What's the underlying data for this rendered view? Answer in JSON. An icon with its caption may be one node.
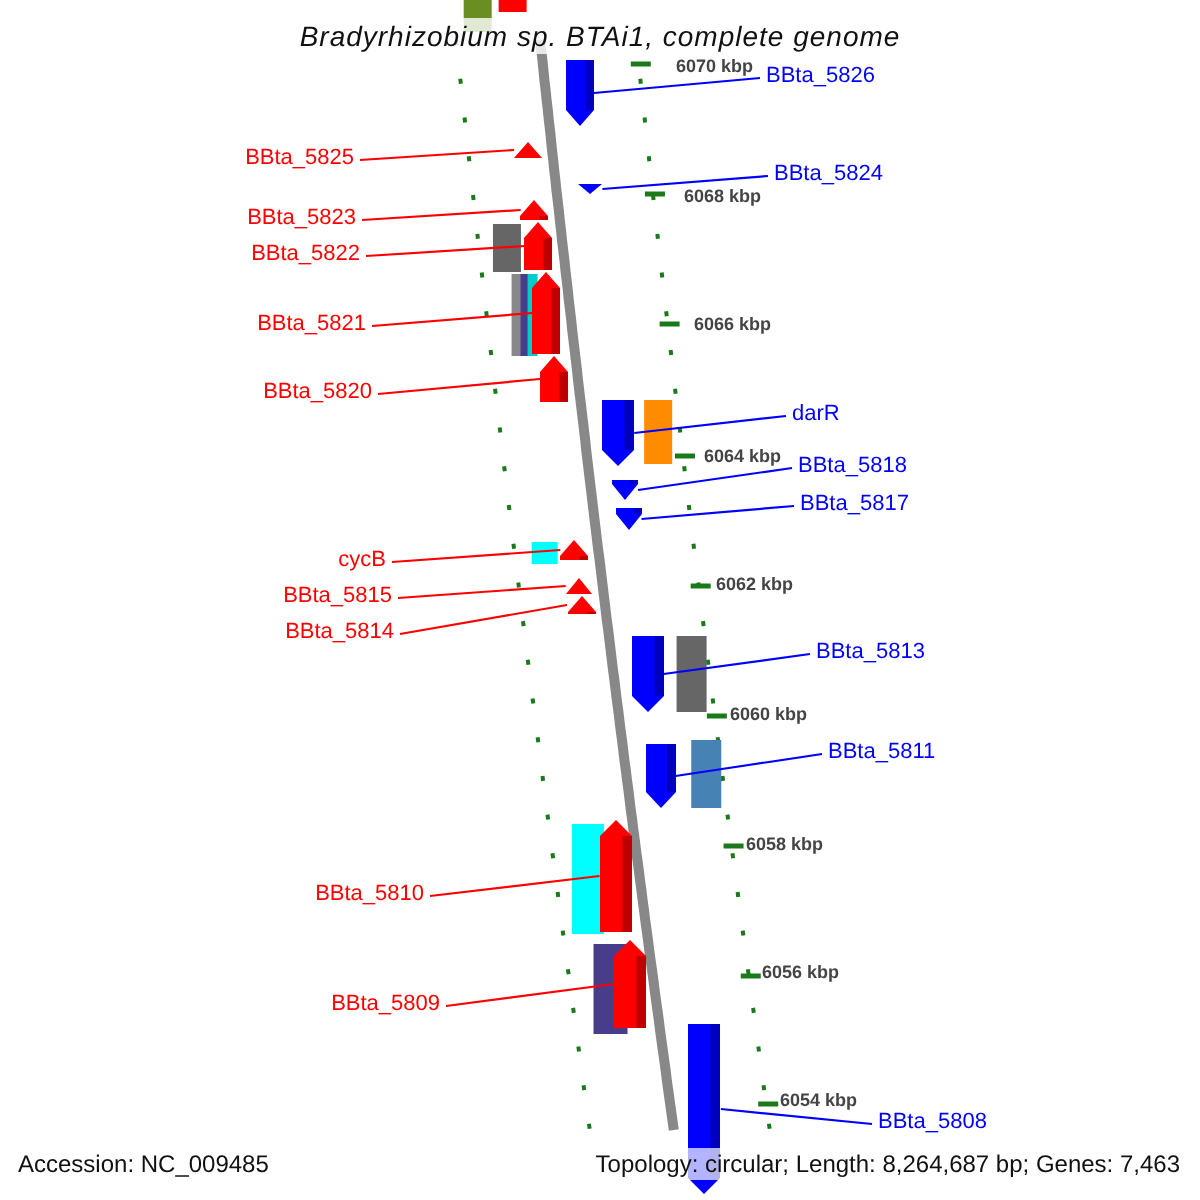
{
  "diagram": {
    "title": "Bradyrhizobium sp. BTAi1, complete genome",
    "nodes": [
      {
        "text": [
          "BBta_5826"
        ]
      },
      {
        "text": [
          "BBta_5825"
        ]
      },
      {
        "text": [
          "BBta_5824"
        ]
      },
      {
        "text": [
          "BBta_5823"
        ]
      },
      {
        "text": [
          "BBta_5822"
        ]
      },
      {
        "text": [
          "BBta_5821"
        ]
      },
      {
        "text": [
          "BBta_5820"
        ]
      },
      {
        "text": [
          "darR"
        ]
      },
      {
        "text": [
          "BBta_5818"
        ]
      },
      {
        "text": [
          "BBta_5817"
        ]
      },
      {
        "text": [
          "cycB"
        ]
      },
      {
        "text": [
          "BBta_5815"
        ]
      },
      {
        "text": [
          "BBta_5814"
        ]
      },
      {
        "text": [
          "BBta_5813"
        ]
      },
      {
        "text": [
          "BBta_5811"
        ]
      },
      {
        "text": [
          "BBta_5810"
        ]
      },
      {
        "text": [
          "BBta_5809"
        ]
      },
      {
        "text": [
          "BBta_5808"
        ]
      },
      {
        "text": [],
        "shape": "arrow"
      },
      {
        "text": [],
        "shape": "arrow"
      },
      {
        "text": [],
        "shape": "arrow"
      },
      {
        "text": [],
        "shape": "arrow"
      },
      {
        "text": [],
        "shape": "arrow"
      },
      {
        "text": [],
        "shape": "arrow"
      },
      {
        "text": [],
        "shape": "arrow"
      },
      {
        "text": [],
        "shape": "arrow"
      },
      {
        "text": [],
        "shape": "arrow"
      },
      {
        "text": [],
        "shape": "arrow"
      },
      {
        "text": [],
        "shape": "arrow"
      },
      {
        "text": [],
        "shape": "arrow"
      },
      {
        "text": [],
        "shape": "arrow"
      },
      {
        "text": [],
        "shape": "arrow"
      },
      {
        "text": [],
        "shape": "arrow"
      },
      {
        "text": [],
        "shape": "arrow"
      },
      {
        "text": [],
        "shape": "arrow"
      },
      {
        "text": [],
        "shape": "arrow"
      }
    ],
    "edges": [
      {
        "from": 0,
        "to": 18,
        "arrow": "none",
        "color": "#0000ff"
      },
      {
        "from": 1,
        "to": 19,
        "arrow": "none",
        "color": "#ff0000"
      },
      {
        "from": 2,
        "to": 20,
        "arrow": "none",
        "color": "#0000ff"
      },
      {
        "from": 3,
        "to": 21,
        "arrow": "none",
        "color": "#ff0000"
      },
      {
        "from": 4,
        "to": 22,
        "arrow": "none",
        "color": "#ff0000"
      },
      {
        "from": 5,
        "to": 23,
        "arrow": "none",
        "color": "#ff0000"
      },
      {
        "from": 6,
        "to": 24,
        "arrow": "none",
        "color": "#ff0000"
      },
      {
        "from": 7,
        "to": 25,
        "arrow": "none",
        "color": "#0000ff"
      },
      {
        "from": 8,
        "to": 26,
        "arrow": "none",
        "color": "#0000ff"
      },
      {
        "from": 9,
        "to": 27,
        "arrow": "none",
        "color": "#0000ff"
      },
      {
        "from": 10,
        "to": 28,
        "arrow": "none",
        "color": "#ff0000"
      },
      {
        "from": 11,
        "to": 29,
        "arrow": "none",
        "color": "#ff0000"
      },
      {
        "from": 12,
        "to": 30,
        "arrow": "none",
        "color": "#ff0000"
      },
      {
        "from": 13,
        "to": 31,
        "arrow": "none",
        "color": "#0000ff"
      },
      {
        "from": 14,
        "to": 32,
        "arrow": "none",
        "color": "#0000ff"
      },
      {
        "from": 15,
        "to": 33,
        "arrow": "none",
        "color": "#ff0000"
      },
      {
        "from": 16,
        "to": 34,
        "arrow": "none",
        "color": "#ff0000"
      },
      {
        "from": 17,
        "to": 35,
        "arrow": "none",
        "color": "#0000ff"
      }
    ],
    "labels": [
      "6070 kbp",
      "6068 kbp",
      "6066 kbp",
      "6064 kbp",
      "6062 kbp",
      "6060 kbp",
      "6058 kbp",
      "6056 kbp",
      "6054 kbp",
      "Accession: NC_009485",
      "Topology: circular; Length: 8,264,687 bp; Genes: 7,463"
    ]
  }
}
